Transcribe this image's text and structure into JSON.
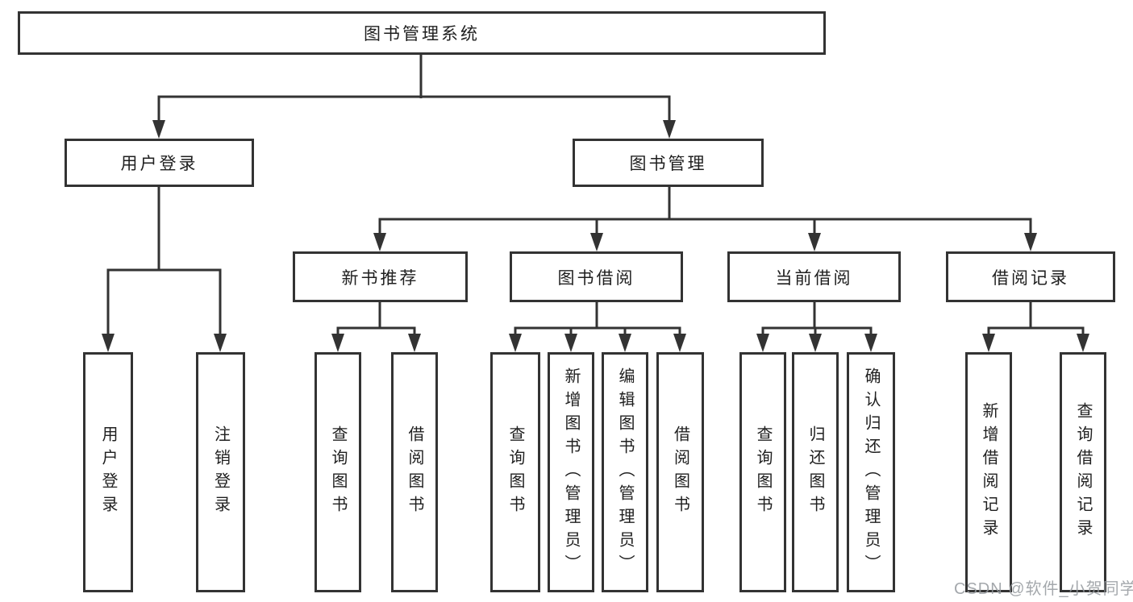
{
  "diagram": {
    "type": "hierarchy-tree",
    "root": {
      "label": "图书管理系统",
      "children": [
        {
          "label": "用户登录",
          "children": [
            {
              "label": "用户登录"
            },
            {
              "label": "注销登录"
            }
          ]
        },
        {
          "label": "图书管理",
          "children": [
            {
              "label": "新书推荐",
              "children": [
                {
                  "label": "查询图书"
                },
                {
                  "label": "借阅图书"
                }
              ]
            },
            {
              "label": "图书借阅",
              "children": [
                {
                  "label": "查询图书"
                },
                {
                  "label": "新增图书（管理员）"
                },
                {
                  "label": "编辑图书（管理员）"
                },
                {
                  "label": "借阅图书"
                }
              ]
            },
            {
              "label": "当前借阅",
              "children": [
                {
                  "label": "查询图书"
                },
                {
                  "label": "归还图书"
                },
                {
                  "label": "确认归还（管理员）"
                }
              ]
            },
            {
              "label": "借阅记录",
              "children": [
                {
                  "label": "新增借阅记录"
                },
                {
                  "label": "查询借阅记录"
                }
              ]
            }
          ]
        }
      ]
    }
  },
  "watermark": {
    "text": "CSDN @软件_小贺同学"
  },
  "colors": {
    "background": "#ffffff",
    "line": "#333333",
    "box_border": "#333333",
    "text": "#1f1f1f",
    "watermark": "#9aa0a6"
  }
}
